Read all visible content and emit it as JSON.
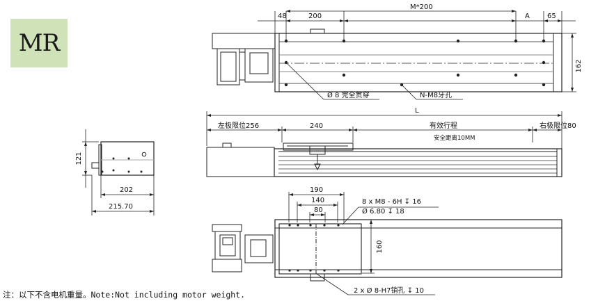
{
  "badge": {
    "label": "MR"
  },
  "top_view": {
    "dim_48": "48",
    "dim_200": "200",
    "dim_m200": "M*200",
    "dim_a": "A",
    "dim_65": "65",
    "dim_162": "162",
    "callout_hole": "Ø 8 完全贯穿",
    "callout_thread": "N-M8牙孔"
  },
  "side_view": {
    "dim_l": "L",
    "dim_left_limit": "左极限位256",
    "dim_240": "240",
    "dim_stroke": "有效行程",
    "dim_right_limit": "右极限位80",
    "safety_distance": "安全距离10MM"
  },
  "end_view": {
    "dim_121": "121",
    "dim_202": "202",
    "dim_215": "215.70"
  },
  "bottom_view": {
    "dim_190": "190",
    "dim_140": "140",
    "dim_80": "80",
    "dim_160": "160",
    "callout_thread": "8 x  M8 - 6H ↧ 16",
    "callout_drill": "Ø 6.80 ↧ 18",
    "callout_pin": "2 x Ø 8-H7销孔 ↧ 10"
  },
  "note": "注：以下不含电机重量。Note:Not including motor weight."
}
